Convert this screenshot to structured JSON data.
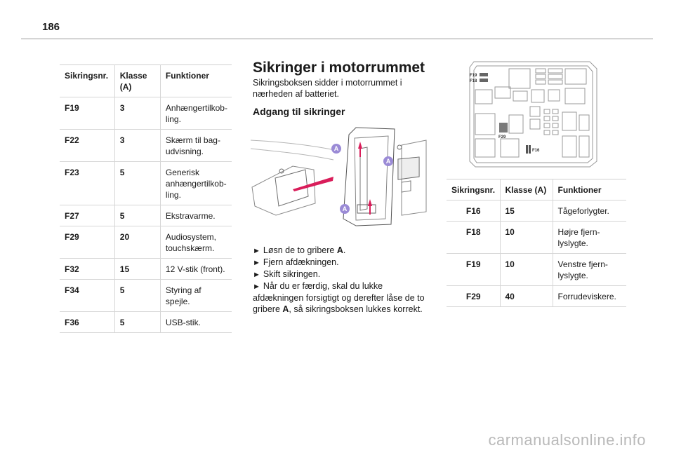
{
  "page_number": "186",
  "left_table": {
    "headers": [
      "Sikringsnr.",
      "Klasse (A)",
      "Funktioner"
    ],
    "rows": [
      {
        "no": "F19",
        "amp": "3",
        "func": "Anhængertilkob-ling."
      },
      {
        "no": "F22",
        "amp": "3",
        "func": "Skærm til bag-udvisning."
      },
      {
        "no": "F23",
        "amp": "5",
        "func": "Generisk anhængertilkob-ling."
      },
      {
        "no": "F27",
        "amp": "5",
        "func": "Ekstravarme."
      },
      {
        "no": "F29",
        "amp": "20",
        "func": "Audiosystem, touchskærm."
      },
      {
        "no": "F32",
        "amp": "15",
        "func": "12 V-stik (front)."
      },
      {
        "no": "F34",
        "amp": "5",
        "func": "Styring af spejle."
      },
      {
        "no": "F36",
        "amp": "5",
        "func": "USB-stik."
      }
    ]
  },
  "section": {
    "title": "Sikringer i motorrummet",
    "intro": "Sikringsboksen sidder i motorrummet i nærheden af batteriet.",
    "subtitle": "Adgang til sikringer",
    "photo_labels": [
      "A",
      "A",
      "A"
    ],
    "steps": [
      {
        "pre": "Løsn de to gribere ",
        "bold": "A",
        "post": "."
      },
      {
        "pre": "Fjern afdækningen.",
        "bold": "",
        "post": ""
      },
      {
        "pre": "Skift sikringen.",
        "bold": "",
        "post": ""
      },
      {
        "pre": "Når du er færdig, skal du lukke afdækningen forsigtigt og derefter låse de to gribere ",
        "bold": "A",
        "post": ", så sikringsboksen lukkes korrekt."
      }
    ],
    "step_marker": "►"
  },
  "diagram_labels": {
    "f19": "F19",
    "f18": "F18",
    "f29": "F29",
    "f16": "F16"
  },
  "right_table": {
    "headers": [
      "Sikringsnr.",
      "Klasse (A)",
      "Funktioner"
    ],
    "rows": [
      {
        "no": "F16",
        "amp": "15",
        "func": "Tågeforlygter."
      },
      {
        "no": "F18",
        "amp": "10",
        "func": "Højre fjern-lyslygte."
      },
      {
        "no": "F19",
        "amp": "10",
        "func": "Venstre fjern-lyslygte."
      },
      {
        "no": "F29",
        "amp": "40",
        "func": "Forrudeviskere."
      }
    ]
  },
  "watermark": "carmanualsonline.info",
  "colors": {
    "label_bg": "#9b8bd6",
    "arrow": "#d91d5a",
    "rule": "#9a9a9a"
  }
}
